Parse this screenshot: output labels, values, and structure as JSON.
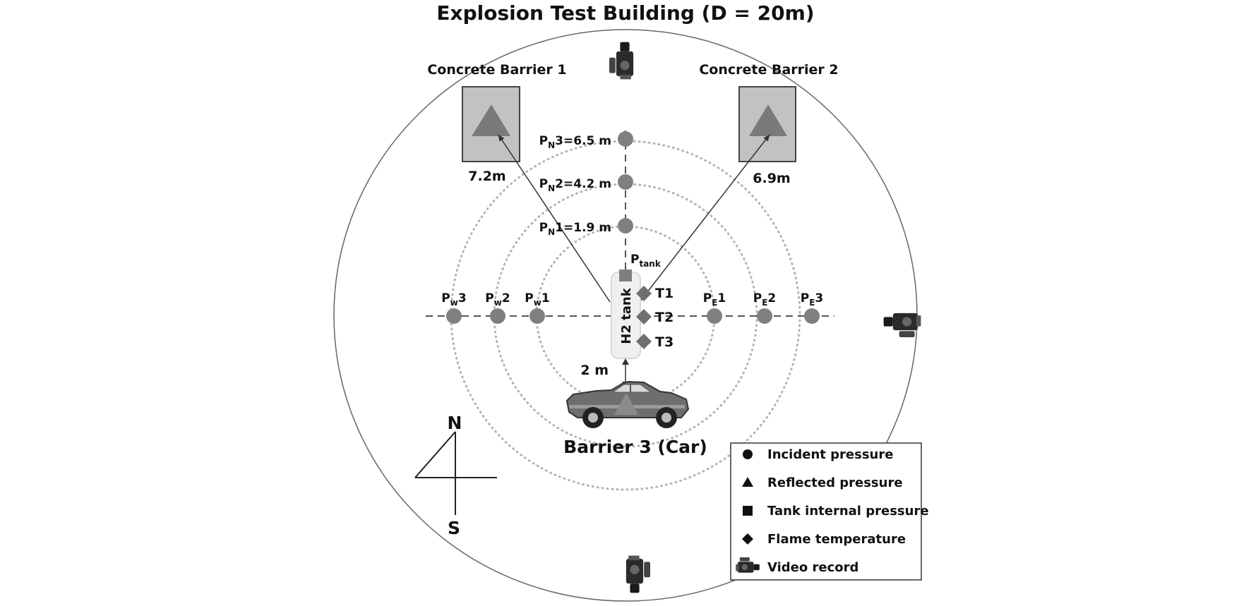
{
  "title": "Explosion Test Building (D = 20m)",
  "barriers": [
    {
      "label": "Concrete Barrier 1",
      "distance": "7.2m"
    },
    {
      "label": "Concrete Barrier 2",
      "distance": "6.9m"
    }
  ],
  "north_sensors": [
    {
      "main": "P",
      "sub": "N",
      "rest": "3=6.5 m"
    },
    {
      "main": "P",
      "sub": "N",
      "rest": "2=4.2 m"
    },
    {
      "main": "P",
      "sub": "N",
      "rest": "1=1.9 m"
    }
  ],
  "tank_sensor": {
    "main": "P",
    "sub": "tank"
  },
  "west_sensors": [
    {
      "main": "P",
      "sub": "w",
      "rest": "3"
    },
    {
      "main": "P",
      "sub": "w",
      "rest": "2"
    },
    {
      "main": "P",
      "sub": "w",
      "rest": "1"
    }
  ],
  "east_sensors": [
    {
      "main": "P",
      "sub": "E",
      "rest": "1"
    },
    {
      "main": "P",
      "sub": "E",
      "rest": "2"
    },
    {
      "main": "P",
      "sub": "E",
      "rest": "3"
    }
  ],
  "thermocouples": [
    "T1",
    "T2",
    "T3"
  ],
  "tank_label": "H2 tank",
  "car_gap": "2 m",
  "car_label": "Barrier 3 (Car)",
  "compass": {
    "north": "N",
    "south": "S"
  },
  "legend": [
    {
      "symbol": "circle",
      "label": "Incident pressure"
    },
    {
      "symbol": "triangle",
      "label": "Reflected pressure"
    },
    {
      "symbol": "square",
      "label": "Tank internal pressure"
    },
    {
      "symbol": "diamond",
      "label": "Flame temperature"
    },
    {
      "symbol": "camera-icon",
      "label": "Video record"
    }
  ]
}
